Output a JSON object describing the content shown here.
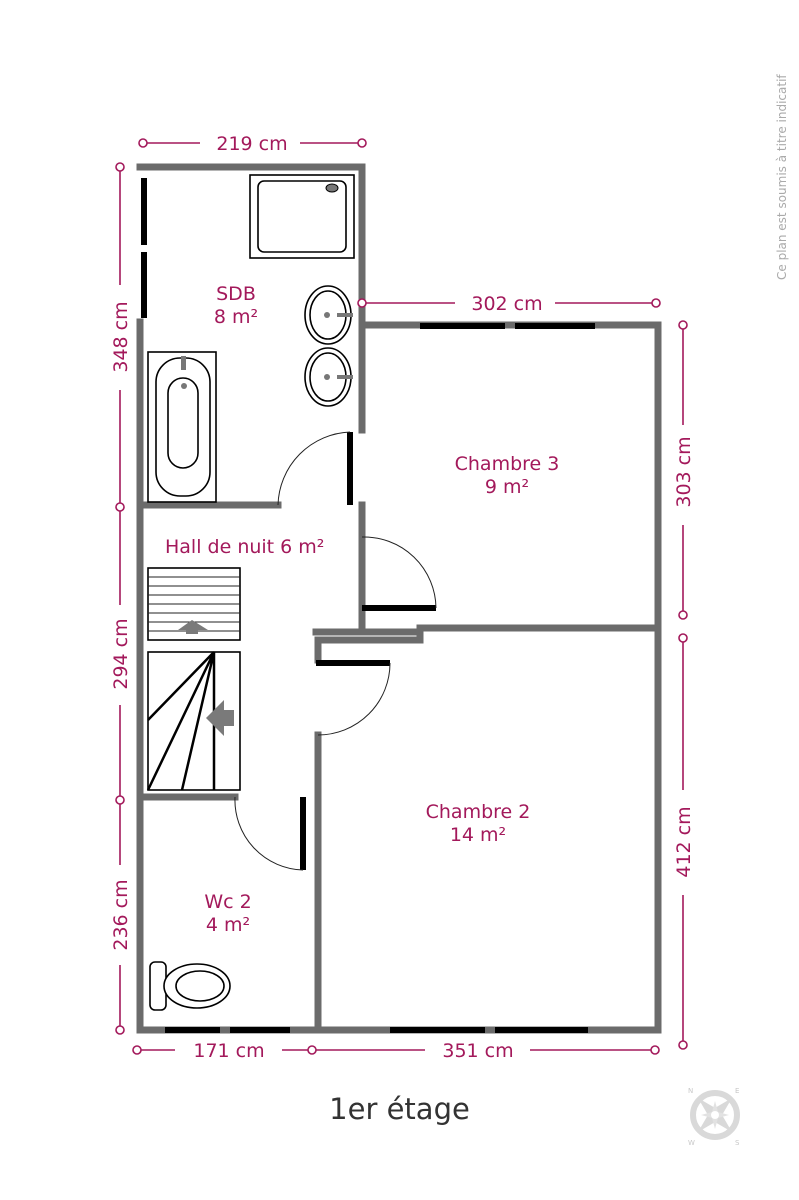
{
  "title": "1er étage",
  "disclaimer": "Ce plan est soumis à titre indicatif",
  "rooms": [
    {
      "name": "SDB",
      "area": "8 m²"
    },
    {
      "name": "Hall de nuit 6 m²"
    },
    {
      "name": "Chambre 3",
      "area": "9 m²"
    },
    {
      "name": "Chambre 2",
      "area": "14 m²"
    },
    {
      "name": "Wc 2",
      "area": "4 m²"
    }
  ],
  "dimensions": {
    "top": "219 cm",
    "ch3_top": "302 cm",
    "left_1": "348 cm",
    "left_2": "294 cm",
    "left_3": "236 cm",
    "right_1": "303 cm",
    "right_2": "412 cm",
    "bottom_1": "171 cm",
    "bottom_2": "351 cm"
  },
  "compass": {
    "labels": [
      "N",
      "E",
      "S",
      "W"
    ]
  },
  "colors": {
    "wall": "#6b6b6b",
    "accent": "#a3195b"
  }
}
